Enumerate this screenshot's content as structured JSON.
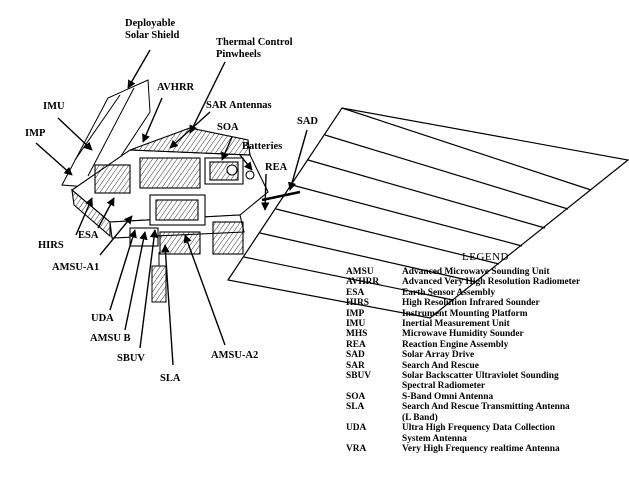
{
  "callouts": {
    "deployable_solar_shield": "Deployable\nSolar Shield",
    "thermal_control_pinwheels": "Thermal Control\nPinwheels",
    "imu": "IMU",
    "imp": "IMP",
    "avhrr": "AVHRR",
    "sar_antennas": "SAR Antennas",
    "soa": "SOA",
    "sad": "SAD",
    "batteries": "Batteries",
    "rea": "REA",
    "hirs": "HIRS",
    "esa": "ESA",
    "amsu_a1": "AMSU-A1",
    "uda": "UDA",
    "amsu_b": "AMSU B",
    "sbuv": "SBUV",
    "sla": "SLA",
    "amsu_a2": "AMSU-A2"
  },
  "legend": {
    "title": "LEGEND",
    "entries": [
      {
        "abbr": "AMSU",
        "desc": "Advanced Microwave Sounding Unit"
      },
      {
        "abbr": "AVHRR",
        "desc": "Advanced Very High Resolution Radiometer"
      },
      {
        "abbr": "ESA",
        "desc": "Earth Sensor Assembly"
      },
      {
        "abbr": "HIRS",
        "desc": "High Resolution Infrared Sounder"
      },
      {
        "abbr": "IMP",
        "desc": "Instrument Mounting Platform"
      },
      {
        "abbr": "IMU",
        "desc": "Inertial Measurement Unit"
      },
      {
        "abbr": "MHS",
        "desc": "Microwave Humidity Sounder"
      },
      {
        "abbr": "REA",
        "desc": "Reaction Engine Assembly"
      },
      {
        "abbr": "SAD",
        "desc": "Solar Array Drive"
      },
      {
        "abbr": "SAR",
        "desc": "Search And Rescue"
      },
      {
        "abbr": "SBUV",
        "desc": "Solar Backscatter Ultraviolet Sounding\nSpectral Radiometer"
      },
      {
        "abbr": "SOA",
        "desc": "S-Band Omni Antenna"
      },
      {
        "abbr": "SLA",
        "desc": "Search And Rescue Transmitting Antenna\n(L Band)"
      },
      {
        "abbr": "UDA",
        "desc": "Ultra High Frequency Data Collection\nSystem Antenna"
      },
      {
        "abbr": "VRA",
        "desc": "Very High Frequency realtime Antenna"
      }
    ]
  }
}
